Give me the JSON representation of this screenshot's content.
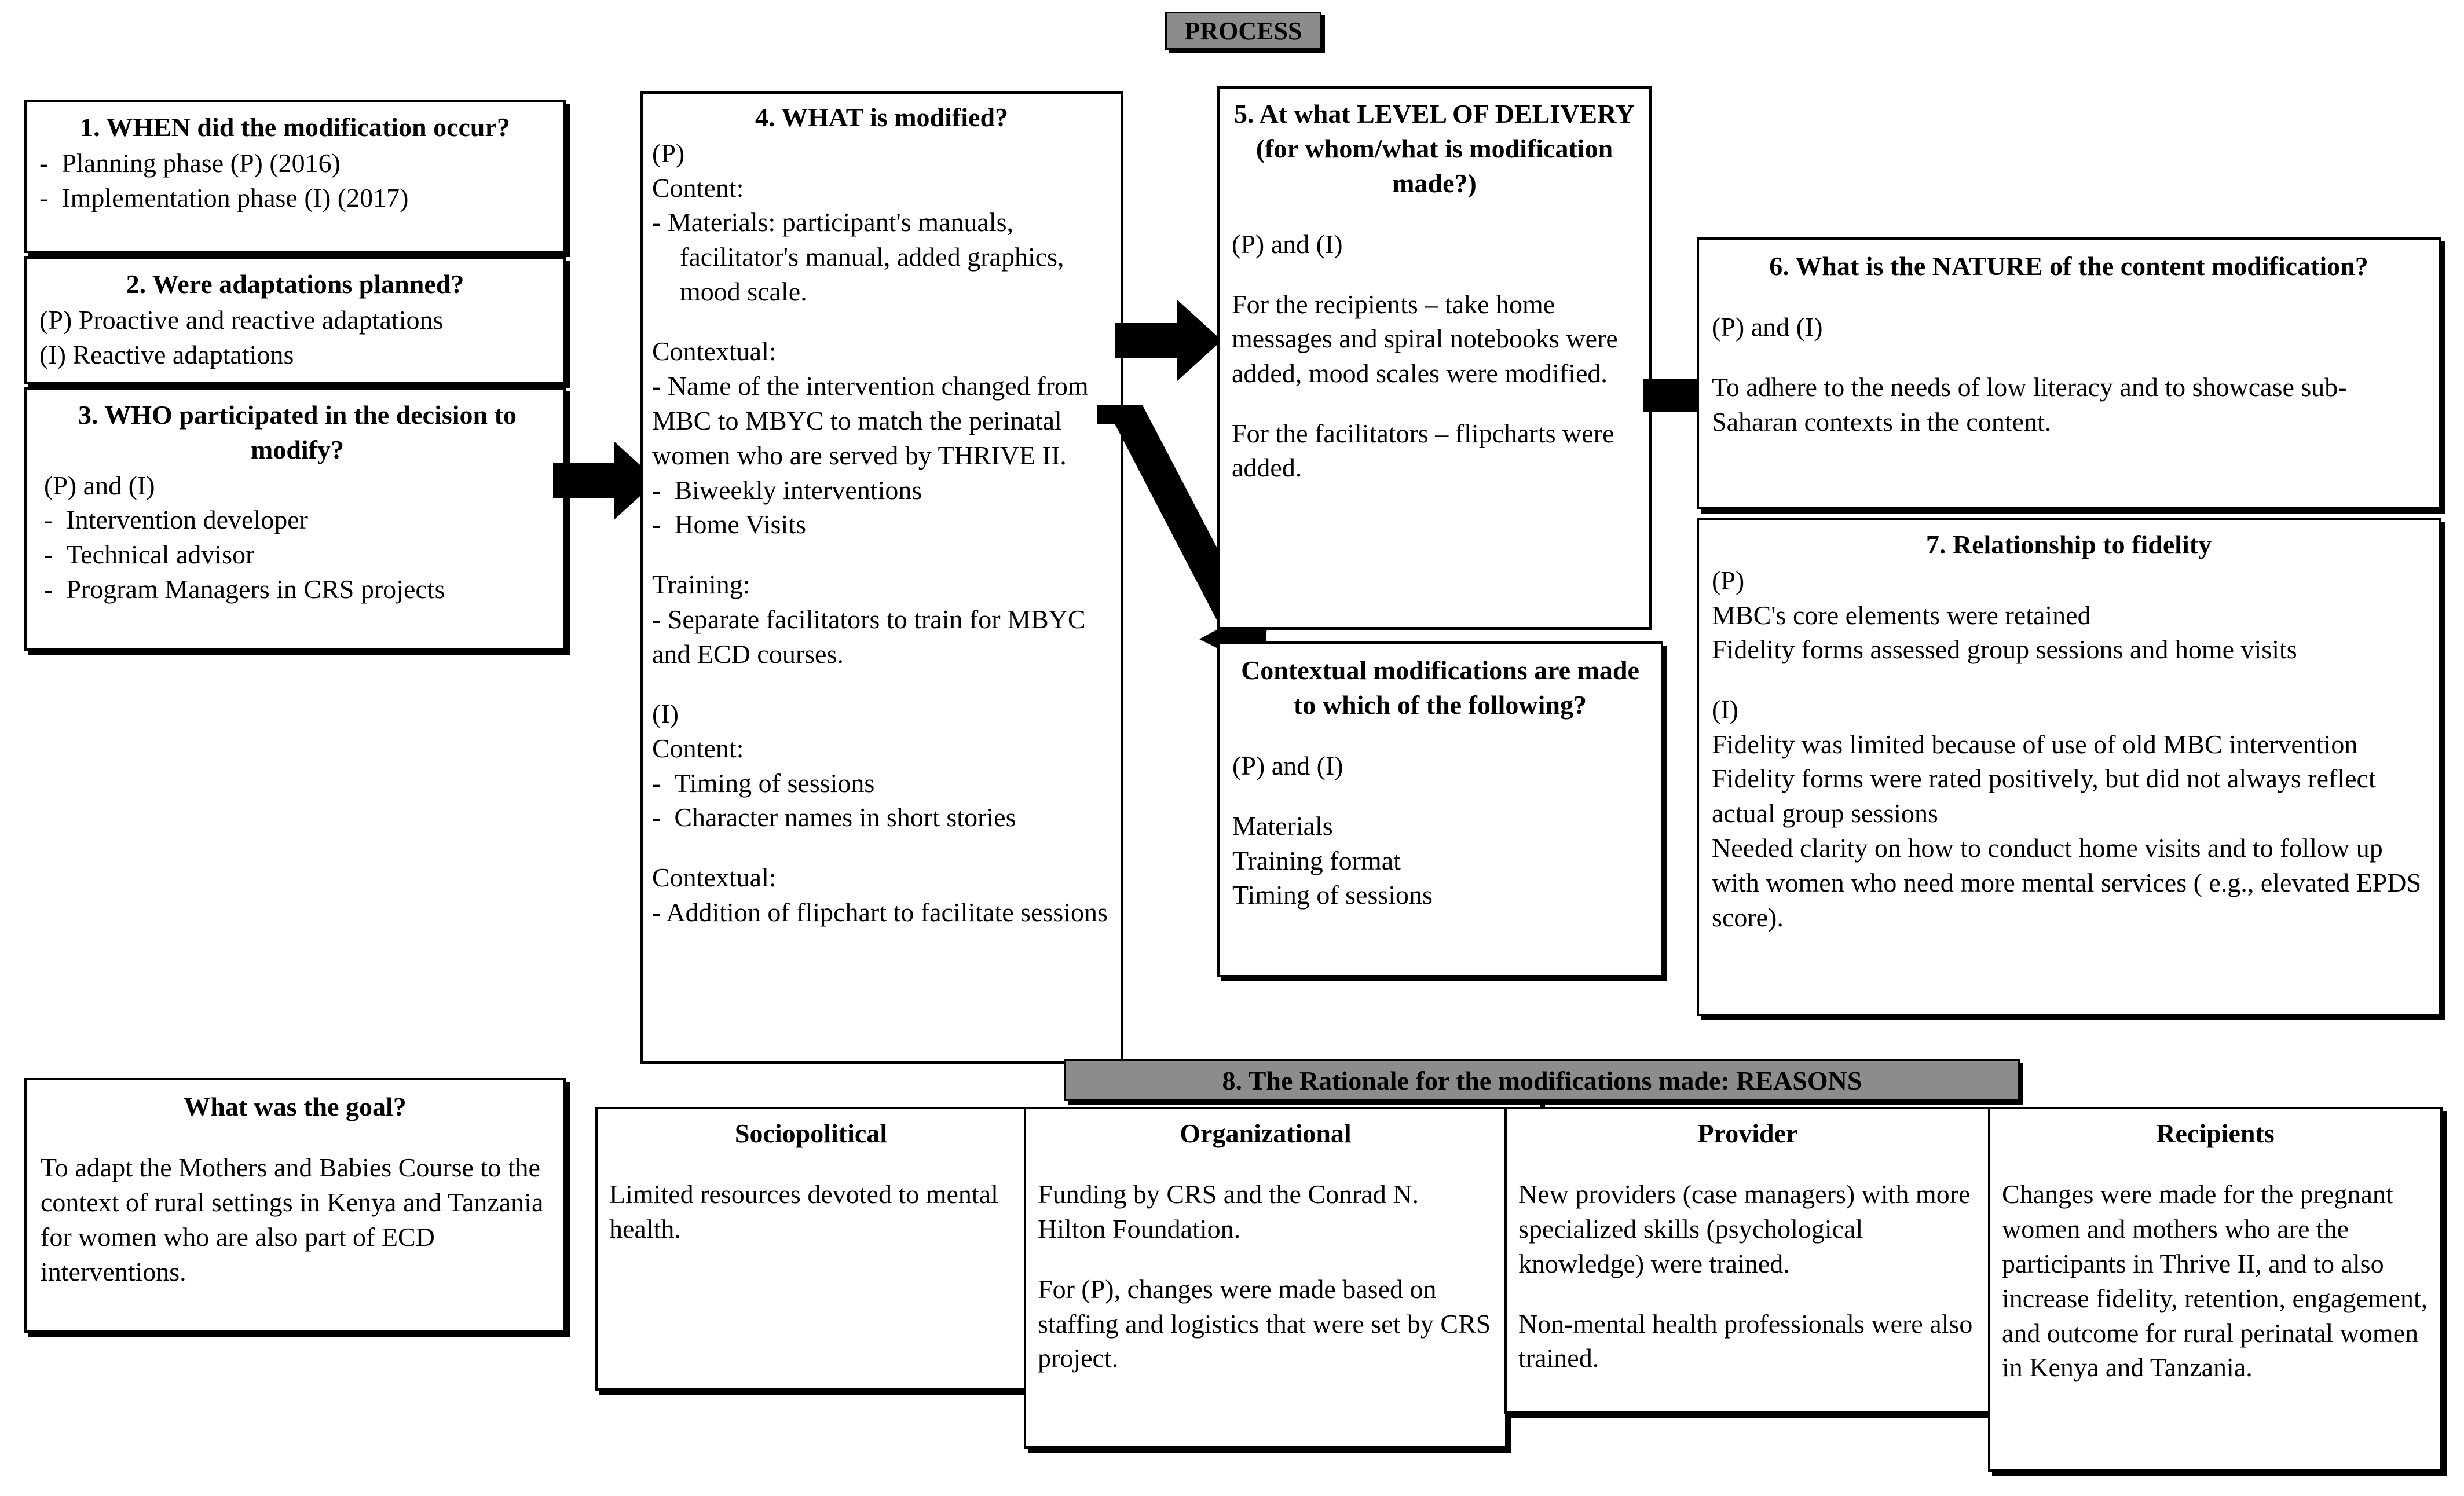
{
  "diagram": {
    "process_banner": "PROCESS",
    "reasons_banner": "8. The Rationale for the modifications made: REASONS",
    "colors": {
      "banner_fill": "#8c8c8c",
      "border": "#000000",
      "background": "#ffffff"
    }
  },
  "box1": {
    "title": "1. WHEN did the modification occur?",
    "lines": [
      "Planning phase (P) (2016)",
      "Implementation phase (I) (2017)"
    ]
  },
  "box2": {
    "title": "2. Were adaptations planned?",
    "lines": [
      "(P) Proactive and reactive adaptations",
      "(I) Reactive adaptations"
    ]
  },
  "box3": {
    "title": "3. WHO participated in the decision to modify?",
    "intro": "(P) and (I)",
    "lines": [
      "Intervention developer",
      "Technical advisor",
      "Program Managers in CRS projects"
    ]
  },
  "box4": {
    "title": "4. WHAT is modified?",
    "p_label": "(P)",
    "content_label": "Content:",
    "content_item": "-  Materials: participant's manuals, facilitator's manual, added graphics, mood scale.",
    "contextual_label": "Contextual:",
    "contextual_item": "- Name of the intervention changed from MBC to MBYC to match the perinatal women who are served by THRIVE II.",
    "contextual_bullets": [
      "Biweekly interventions",
      "Home Visits"
    ],
    "training_label": "Training:",
    "training_item": "- Separate facilitators to train for MBYC and ECD courses.",
    "i_label": "(I)",
    "i_content_label": "Content:",
    "i_content_bullets": [
      "Timing of sessions",
      "Character names in short stories"
    ],
    "i_contextual_label": "Contextual:",
    "i_contextual_item": "- Addition of flipchart to facilitate sessions"
  },
  "box5": {
    "title": "5. At what LEVEL OF DELIVERY (for whom/what is modification made?)",
    "intro": "(P) and (I)",
    "para1": "For the recipients – take home messages and spiral notebooks were added, mood scales were modified.",
    "para2": "For the facilitators – flipcharts were added."
  },
  "box_contextual": {
    "title": "Contextual modifications are made to which of the following?",
    "intro": "(P) and (I)",
    "items": [
      "Materials",
      "Training format",
      "Timing of sessions"
    ]
  },
  "box6": {
    "title": "6. What is the NATURE of the content modification?",
    "intro": "(P) and (I)",
    "para": "To adhere to the needs of low literacy and to showcase sub-Saharan contexts in the content."
  },
  "box7": {
    "title": "7. Relationship to fidelity",
    "p_label": "(P)",
    "p_lines": [
      "MBC's core elements were retained",
      "Fidelity forms assessed group sessions and home visits"
    ],
    "i_label": "(I)",
    "i_lines": [
      "Fidelity was limited because of use of old MBC intervention",
      "Fidelity forms were rated positively, but did not always reflect actual group sessions",
      "Needed clarity on how to conduct home visits and to follow up with women who need more mental services ( e.g., elevated EPDS score)."
    ]
  },
  "box_goal": {
    "title": "What was the goal?",
    "para": "To adapt the Mothers and Babies Course to the context of rural settings in Kenya and Tanzania for women who are also part of ECD interventions."
  },
  "reasons_columns": [
    {
      "header": "Sociopolitical",
      "paragraphs": [
        "Limited resources devoted to mental health."
      ]
    },
    {
      "header": "Organizational",
      "paragraphs": [
        "Funding by CRS and the Conrad N. Hilton Foundation.",
        "For (P), changes were made based on staffing and logistics that were set by CRS project."
      ]
    },
    {
      "header": "Provider",
      "paragraphs": [
        "New providers (case managers) with more specialized skills (psychological knowledge) were trained.",
        "Non-mental health professionals were also trained."
      ]
    },
    {
      "header": "Recipients",
      "paragraphs": [
        "Changes were made for the pregnant women and mothers who are the participants in Thrive II, and to also increase fidelity, retention, engagement, and outcome for rural perinatal women in Kenya and Tanzania."
      ]
    }
  ]
}
